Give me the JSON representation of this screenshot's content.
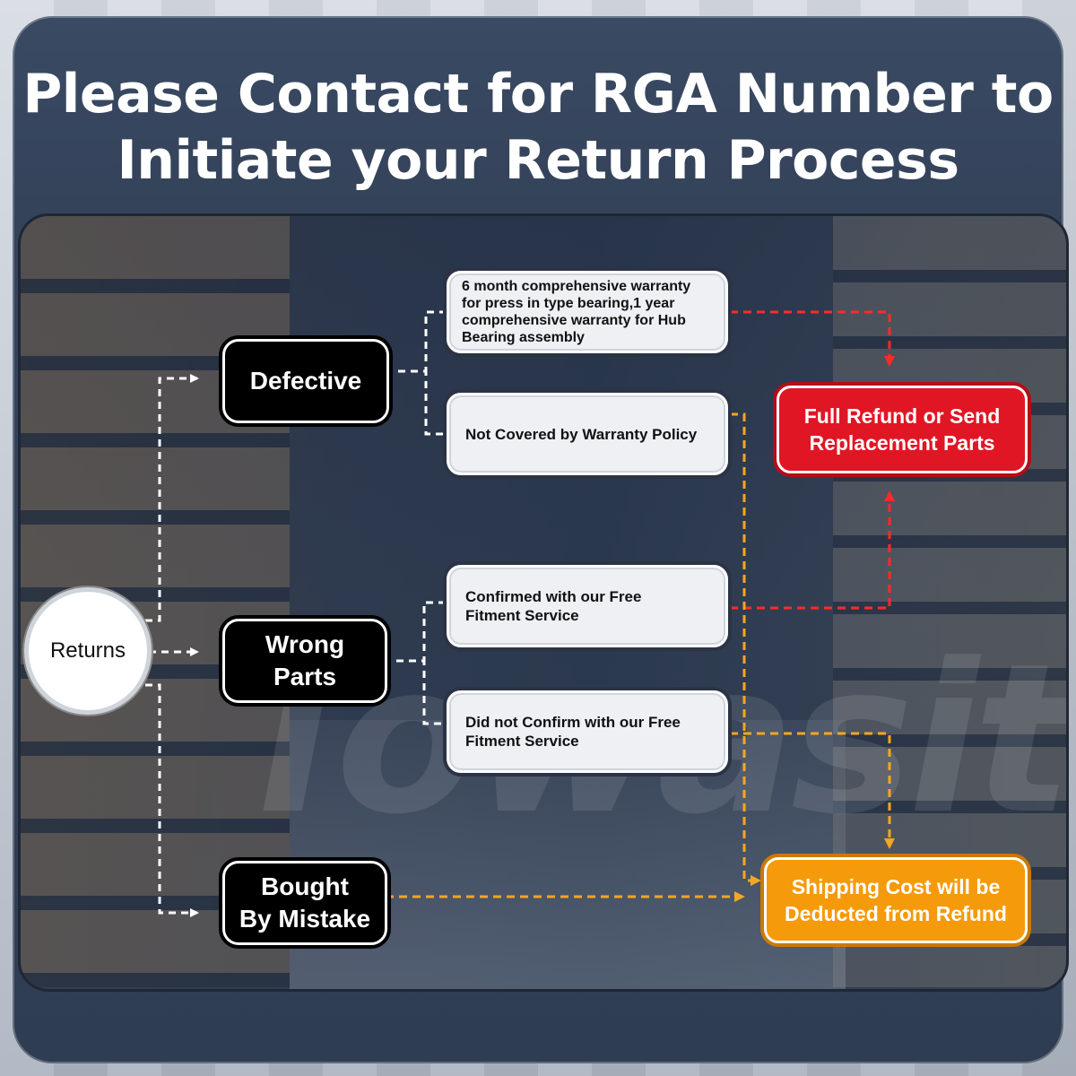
{
  "title_lines": [
    "Please Contact for RGA Number to",
    "Initiate your Return Process"
  ],
  "watermark": "Towasity",
  "nodes": {
    "returns": "Returns",
    "defective": "Defective",
    "wrong_parts": [
      "Wrong",
      "Parts"
    ],
    "bought_by_mistake": [
      "Bought",
      "By Mistake"
    ],
    "warranty": [
      "6 month comprehensive warranty",
      "for press in type bearing,1 year",
      "comprehensive warranty for Hub",
      "Bearing assembly"
    ],
    "not_covered": "Not Covered by Warranty Policy",
    "confirmed": [
      "Confirmed with our Free",
      "Fitment Service"
    ],
    "not_confirmed": [
      "Did not Confirm with our Free",
      "Fitment Service"
    ],
    "full_refund": [
      "Full Refund or Send",
      "Replacement Parts"
    ],
    "shipping_cost": [
      "Shipping Cost will be",
      "Deducted from Refund"
    ]
  },
  "colors": {
    "red_outcome": "#e11624",
    "orange_outcome": "#f59a0a",
    "red_arrow": "#ff2a2a",
    "orange_arrow": "#f5a623",
    "white_arrow": "#ffffff"
  }
}
